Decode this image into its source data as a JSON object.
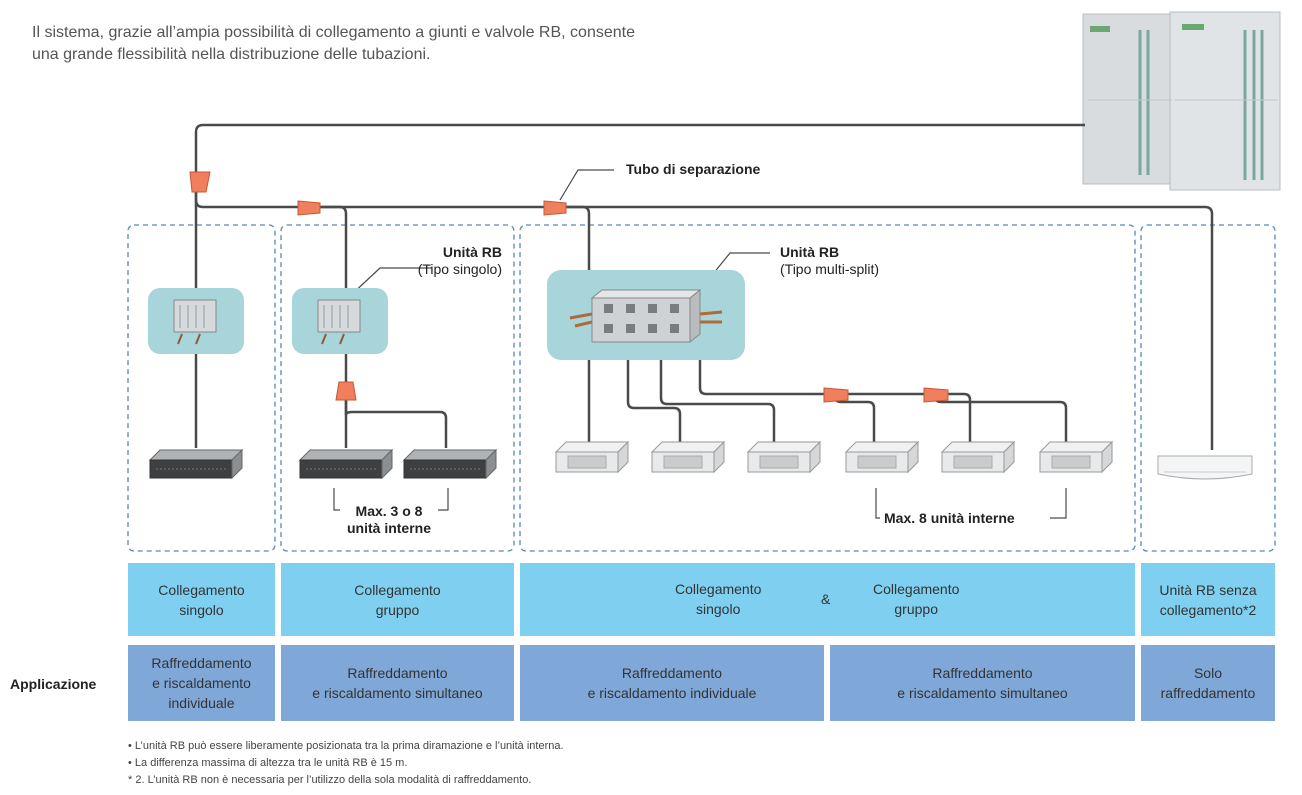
{
  "intro": {
    "line1": "Il sistema, grazie all’ampia possibilità di collegamento a giunti e valvole RB, consente",
    "line2": "una grande flessibilità nella distribuzione delle tubazioni."
  },
  "labels": {
    "separation_tube": "Tubo di separazione",
    "rb_single_title": "Unità RB",
    "rb_single_sub": "(Tipo singolo)",
    "rb_multi_title": "Unità RB",
    "rb_multi_sub": "(Tipo multi-split)",
    "max_group_line1": "Max. 3 o 8",
    "max_group_line2": "unità interne",
    "max_multi": "Max. 8 unità interne"
  },
  "categories": [
    {
      "line1": "Collegamento",
      "line2": "singolo"
    },
    {
      "line1": "Collegamento",
      "line2": "gruppo"
    },
    {
      "left_line1": "Collegamento",
      "left_line2": "singolo",
      "amp": "&",
      "right_line1": "Collegamento",
      "right_line2": "gruppo"
    },
    {
      "line1": "Unità RB senza",
      "line2": "collegamento*2"
    }
  ],
  "application": {
    "label": "Applicazione",
    "cells": [
      {
        "line1": "Raffreddamento",
        "line2": "e riscaldamento",
        "line3": "individuale"
      },
      {
        "line1": "Raffreddamento",
        "line2": "e riscaldamento simultaneo"
      },
      {
        "line1": "Raffreddamento",
        "line2": "e riscaldamento individuale"
      },
      {
        "line1": "Raffreddamento",
        "line2": "e riscaldamento simultaneo"
      },
      {
        "line1": "Solo",
        "line2": "raffreddamento"
      }
    ]
  },
  "notes": [
    "• L’unità RB può essere liberamente posizionata tra la prima diramazione e l’unità interna.",
    "• La differenza massima di altezza tra le unità RB è 15 m.",
    "* 2. L’unità RB non è necessaria per l’utilizzo della sola modalità di raffreddamento."
  ],
  "colors": {
    "pipe": "#4a4a4a",
    "separation_tube": "#f07f5e",
    "rb_panel": "#a7d5da",
    "category_bg": "#7fd0f0",
    "application_bg": "#7fa8d8",
    "dashed_border": "#5a86b8"
  }
}
